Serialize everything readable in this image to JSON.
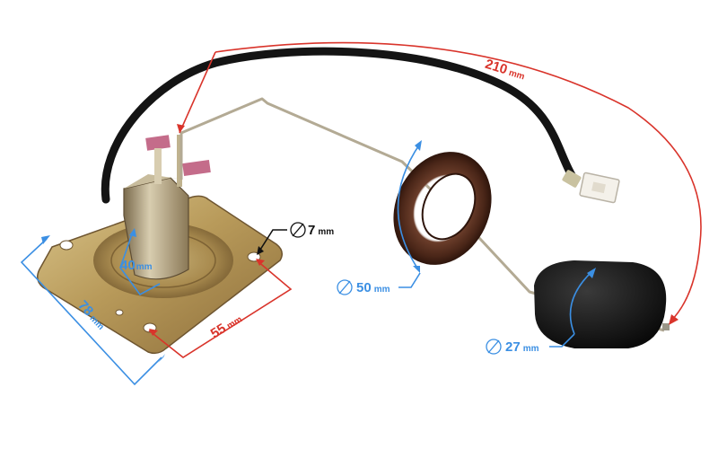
{
  "photo": {
    "subject": "fuel level sender with float arm"
  },
  "dimensions": {
    "arm_length": {
      "value": "210",
      "unit": "mm",
      "color": "#d9342b"
    },
    "plate_width": {
      "value": "78",
      "unit": "mm",
      "color": "#3b8fe3"
    },
    "hole_spacing": {
      "value": "55",
      "unit": "mm",
      "color": "#d9342b"
    },
    "tube_size": {
      "value": "40",
      "unit": "mm",
      "color": "#3b8fe3"
    },
    "hole_diameter": {
      "symbol": "⌀",
      "value": "7",
      "unit": "mm",
      "color": "#111111"
    },
    "gasket_diameter": {
      "symbol": "⌀",
      "value": "50",
      "unit": "mm",
      "color": "#3b8fe3"
    },
    "float_diameter": {
      "symbol": "⌀",
      "value": "27",
      "unit": "mm",
      "color": "#3b8fe3"
    }
  }
}
